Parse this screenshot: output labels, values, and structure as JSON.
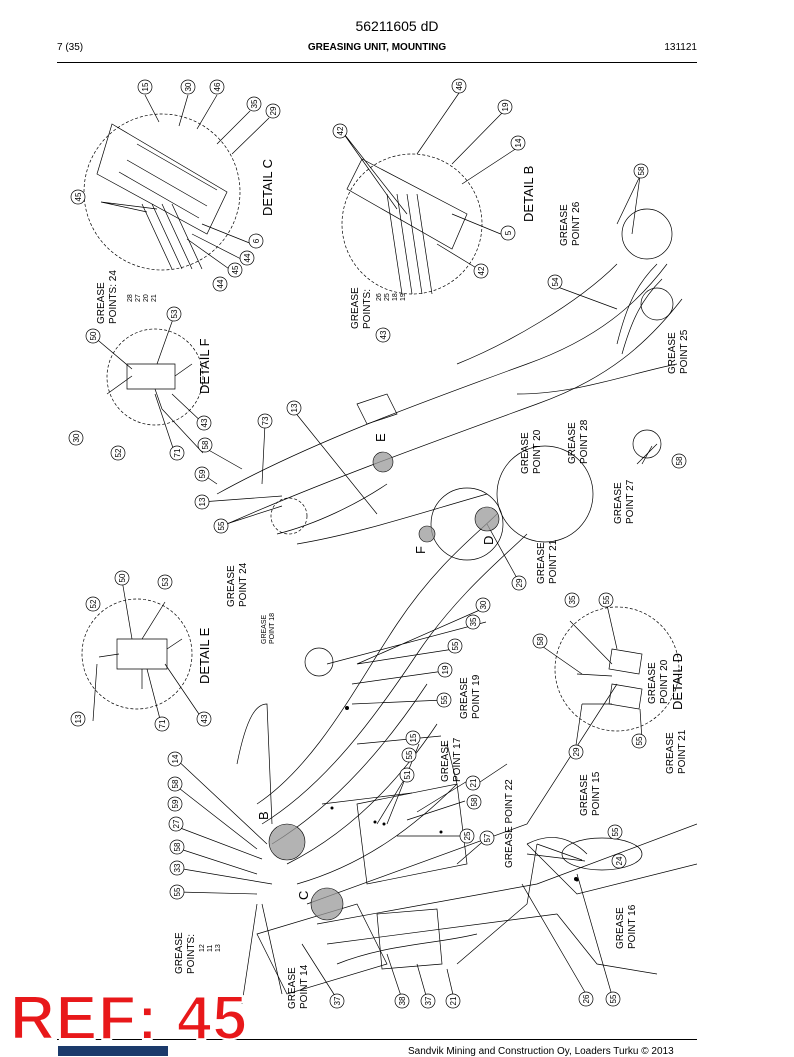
{
  "header": {
    "doc_number": "56211605 dD",
    "page": "7 (35)",
    "section_title": "GREASING UNIT, MOUNTING",
    "date_code": "131121"
  },
  "callouts": [
    {
      "id": "c1",
      "text": "15"
    },
    {
      "id": "c2",
      "text": "30"
    },
    {
      "id": "c3",
      "text": "46"
    },
    {
      "id": "c4",
      "text": "35"
    },
    {
      "id": "c5",
      "text": "29"
    },
    {
      "id": "c6",
      "text": "45"
    },
    {
      "id": "c7",
      "text": "6"
    },
    {
      "id": "c8",
      "text": "44"
    },
    {
      "id": "c9",
      "text": "45"
    },
    {
      "id": "c10",
      "text": "44"
    },
    {
      "id": "c11",
      "text": "50"
    },
    {
      "id": "c12",
      "text": "53"
    },
    {
      "id": "c13",
      "text": "30"
    },
    {
      "id": "c14",
      "text": "52"
    },
    {
      "id": "c15",
      "text": "71"
    },
    {
      "id": "c16",
      "text": "43"
    },
    {
      "id": "c17",
      "text": "46"
    },
    {
      "id": "c18",
      "text": "19"
    },
    {
      "id": "c19",
      "text": "42"
    },
    {
      "id": "c20",
      "text": "14"
    },
    {
      "id": "c21",
      "text": "5"
    },
    {
      "id": "c22",
      "text": "42"
    },
    {
      "id": "c23",
      "text": "43"
    },
    {
      "id": "c24",
      "text": "58"
    },
    {
      "id": "c25",
      "text": "54"
    },
    {
      "id": "c26",
      "text": "73"
    },
    {
      "id": "c27",
      "text": "13"
    },
    {
      "id": "c28",
      "text": "58"
    },
    {
      "id": "c29",
      "text": "59"
    },
    {
      "id": "c30",
      "text": "13"
    },
    {
      "id": "c31",
      "text": "55"
    },
    {
      "id": "c32",
      "text": "58"
    },
    {
      "id": "c33",
      "text": "29"
    },
    {
      "id": "c34",
      "text": "30"
    },
    {
      "id": "c35",
      "text": "35"
    },
    {
      "id": "c36",
      "text": "55"
    },
    {
      "id": "c37",
      "text": "52"
    },
    {
      "id": "c38",
      "text": "50"
    },
    {
      "id": "c39",
      "text": "53"
    },
    {
      "id": "c40",
      "text": "13"
    },
    {
      "id": "c41",
      "text": "71"
    },
    {
      "id": "c42",
      "text": "43"
    },
    {
      "id": "c43",
      "text": "35"
    },
    {
      "id": "c44",
      "text": "55"
    },
    {
      "id": "c45",
      "text": "58"
    },
    {
      "id": "c46",
      "text": "19"
    },
    {
      "id": "c47",
      "text": "55"
    },
    {
      "id": "c48",
      "text": "29"
    },
    {
      "id": "c49",
      "text": "55"
    },
    {
      "id": "c50",
      "text": "14"
    },
    {
      "id": "c51",
      "text": "58"
    },
    {
      "id": "c52",
      "text": "59"
    },
    {
      "id": "c53",
      "text": "27"
    },
    {
      "id": "c54",
      "text": "58"
    },
    {
      "id": "c55",
      "text": "33"
    },
    {
      "id": "c56",
      "text": "55"
    },
    {
      "id": "c57",
      "text": "15"
    },
    {
      "id": "c58",
      "text": "55"
    },
    {
      "id": "c59",
      "text": "51"
    },
    {
      "id": "c60",
      "text": "21"
    },
    {
      "id": "c61",
      "text": "58"
    },
    {
      "id": "c62",
      "text": "25"
    },
    {
      "id": "c63",
      "text": "57"
    },
    {
      "id": "c64",
      "text": "55"
    },
    {
      "id": "c65",
      "text": "24"
    },
    {
      "id": "c66",
      "text": "37"
    },
    {
      "id": "c67",
      "text": "38"
    },
    {
      "id": "c68",
      "text": "37"
    },
    {
      "id": "c69",
      "text": "21"
    },
    {
      "id": "c70",
      "text": "26"
    },
    {
      "id": "c71",
      "text": "55"
    }
  ],
  "labels": {
    "detail_c": "DETAIL C",
    "detail_b": "DETAIL B",
    "detail_f": "DETAIL F",
    "detail_e": "DETAIL E",
    "detail_d": "DETAIL D",
    "letter_b": "B",
    "letter_c": "C",
    "letter_d": "D",
    "letter_e": "E",
    "letter_f": "F",
    "grease": "GREASE",
    "points_c": "POINTS: 24",
    "points_c_list": [
      "28",
      "27",
      "20",
      "21"
    ],
    "points_b": "POINTS:",
    "points_b_list": [
      "26",
      "25",
      "18",
      "19"
    ],
    "points_main": "POINTS:",
    "points_main_list": [
      "12",
      "11",
      "13"
    ],
    "point_26": "POINT 26",
    "point_25": "POINT 25",
    "point_28": "POINT 28",
    "point_27": "POINT 27",
    "point_20_main": "POINT 20",
    "point_21_main": "POINT 21",
    "point_24": "POINT 24",
    "point_18": "POINT 18",
    "point_19": "POINT 19",
    "point_17": "POINT 17",
    "grease_point_22": "GREASE POINT 22",
    "point_15": "POINT 15",
    "point_16": "POINT 16",
    "point_14": "POINT 14",
    "point_20_d": "POINT 20",
    "point_21_d": "POINT 21"
  },
  "stamp": {
    "text": "REF: 45"
  },
  "footer": {
    "text": "Sandvik Mining and Construction Oy, Loaders Turku © 2013"
  },
  "colors": {
    "stamp_red": "#e8181a",
    "logo_blue": "#1b3a6b"
  }
}
